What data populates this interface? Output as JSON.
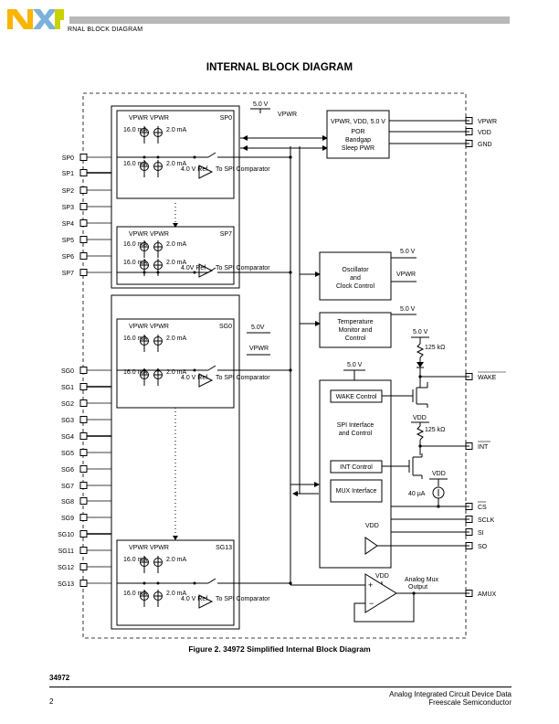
{
  "header": {
    "section_title": "RNAL BLOCK DIAGRAM",
    "logo_text": "NXP"
  },
  "page_title": "INTERNAL BLOCK DIAGRAM",
  "figure_caption": "Figure 2. 34972 Simplified Internal Block Diagram",
  "footer": {
    "part_number": "34972",
    "page_number": "2",
    "line1": "Analog Integrated Circuit Device Data",
    "line2": "Freescale Semiconductor"
  },
  "left_pins": [
    "SP0",
    "SP1",
    "SP2",
    "SP3",
    "SP4",
    "SP5",
    "SP6",
    "SP7",
    "SG0",
    "SG1",
    "SG2",
    "SG3",
    "SG4",
    "SG5",
    "SG6",
    "SG7",
    "SG8",
    "SG9",
    "SG10",
    "SG11",
    "SG12",
    "SG13"
  ],
  "right_pins": [
    "VPWR",
    "VDD",
    "GND",
    "WAKE",
    "INT",
    "CS",
    "SCLK",
    "SI",
    "SO",
    "AMUX"
  ],
  "cells": [
    {
      "label": "SP0",
      "vsrc": "VPWR VPWR",
      "cur_hi": "16.0 mA",
      "cur_lo": "2.0 mA",
      "ref": "4.0 V Ref",
      "cmp": "To SPI Comparator"
    },
    {
      "label": "SP7",
      "vsrc": "VPWR VPWR",
      "cur_hi": "16.0 mA",
      "cur_lo": "2.0 mA",
      "ref": "4.0V Ref",
      "cmp": "To SPI Comparator"
    },
    {
      "label": "SG0",
      "vsrc": "VPWR VPWR",
      "cur_hi": "16.0 mA",
      "cur_lo": "2.0 mA",
      "ref": "4.0 V Ref",
      "cmp": "To SPI Comparator"
    },
    {
      "label": "SG13",
      "vsrc": "VPWR VPWR",
      "cur_hi": "16.0 mA",
      "cur_lo": "2.0 mA",
      "ref": "4.0 V Ref",
      "cmp": "To SPI Comparator"
    }
  ],
  "blocks": {
    "por": [
      "VPWR, VDD, 5.0 V",
      "POR",
      "Bandgap",
      "Sleep PWR"
    ],
    "oscillator": [
      "Oscillator",
      "and",
      "Clock Control"
    ],
    "temperature": [
      "Temperature",
      "Monitor and",
      "Control"
    ],
    "wake_control": "WAKE Control",
    "spi_interface": [
      "SPI Interface",
      "and Control"
    ],
    "int_control": "INT Control",
    "mux_interface": "MUX Interface",
    "analog_mux": [
      "Analog Mux",
      "Output"
    ]
  },
  "labels": {
    "v5": "5.0 V",
    "v5b": "5.0V",
    "vpwr": "VPWR",
    "vdd": "VDD",
    "r125": "125 kΩ",
    "i40": "40 µA"
  }
}
